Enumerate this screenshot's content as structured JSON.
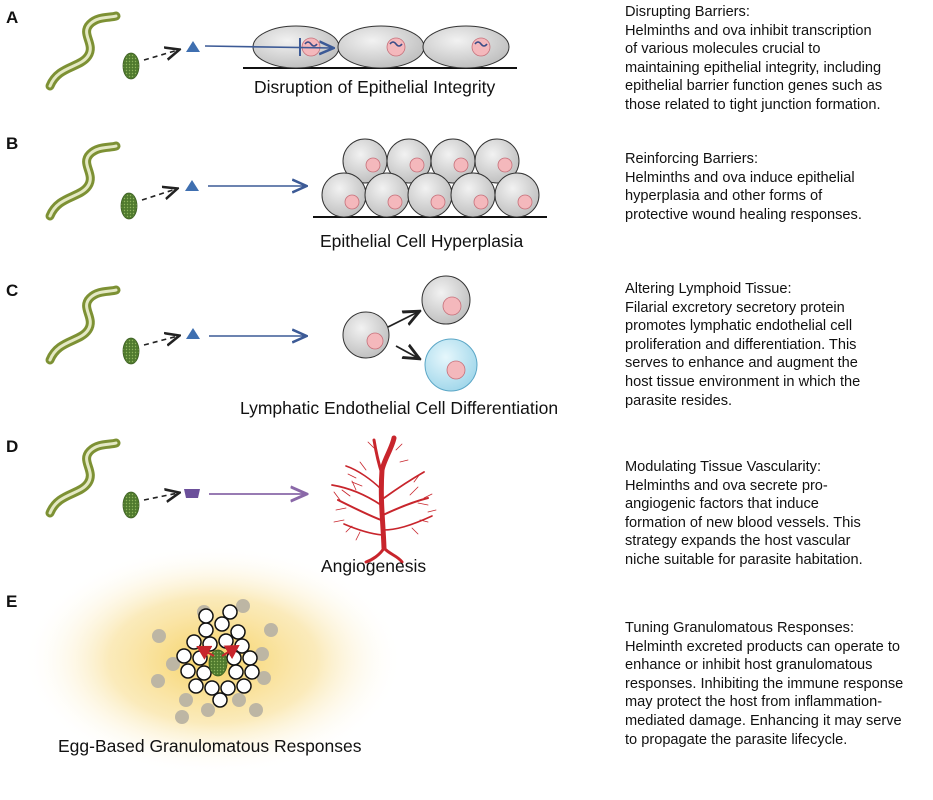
{
  "panels": [
    {
      "letter": "A",
      "caption": "Disruption of Epithelial Integrity",
      "description": [
        "Disrupting Barriers:",
        "Helminths and ova inhibit transcription",
        "of various molecules crucial to",
        "maintaining epithelial integrity, including",
        "epithelial barrier function genes such as",
        "those related to tight junction formation."
      ]
    },
    {
      "letter": "B",
      "caption": "Epithelial Cell Hyperplasia",
      "description": [
        "Reinforcing Barriers:",
        "Helminths and ova induce epithelial",
        "hyperplasia and other forms of",
        "protective wound healing responses."
      ]
    },
    {
      "letter": "C",
      "caption": "Lymphatic Endothelial Cell Differentiation",
      "description": [
        "Altering Lymphoid Tissue:",
        "Filarial excretory secretory protein",
        "promotes lymphatic endothelial cell",
        "proliferation and differentiation. This",
        "serves to enhance and augment the",
        "host tissue environment in which the",
        "parasite resides."
      ]
    },
    {
      "letter": "D",
      "caption": "Angiogenesis",
      "description": [
        "Modulating Tissue Vascularity:",
        "Helminths and ova  secrete pro-",
        "angiogenic factors that induce",
        "formation of new blood vessels. This",
        "strategy expands the host vascular",
        "niche suitable for parasite habitation."
      ]
    },
    {
      "letter": "E",
      "caption": "Egg-Based Granulomatous Responses",
      "description": [
        "Tuning Granulomatous Responses:",
        "Helminth excreted products can operate to",
        "enhance or inhibit host granulomatous",
        "responses. Inhibiting the immune response",
        "may protect the host from inflammation-",
        "mediated damage. Enhancing it may serve",
        "to propagate the parasite lifecycle."
      ]
    }
  ],
  "colors": {
    "worm": "#8a9a3c",
    "worm_light": "#d8dfb0",
    "egg": "#4f7a2e",
    "arrow_blue": "#3c5a96",
    "arrow_purple": "#8a68a8",
    "secreted_triangle": "#3f6fb0",
    "secreted_trapezoid": "#6b4f9a",
    "cell_fill": "#d9d9d9",
    "nucleus": "#f4b8bc",
    "lymph_cell": "#bfe6f2",
    "vessel": "#c8252c",
    "granuloma_glow": "#f6d36a"
  }
}
